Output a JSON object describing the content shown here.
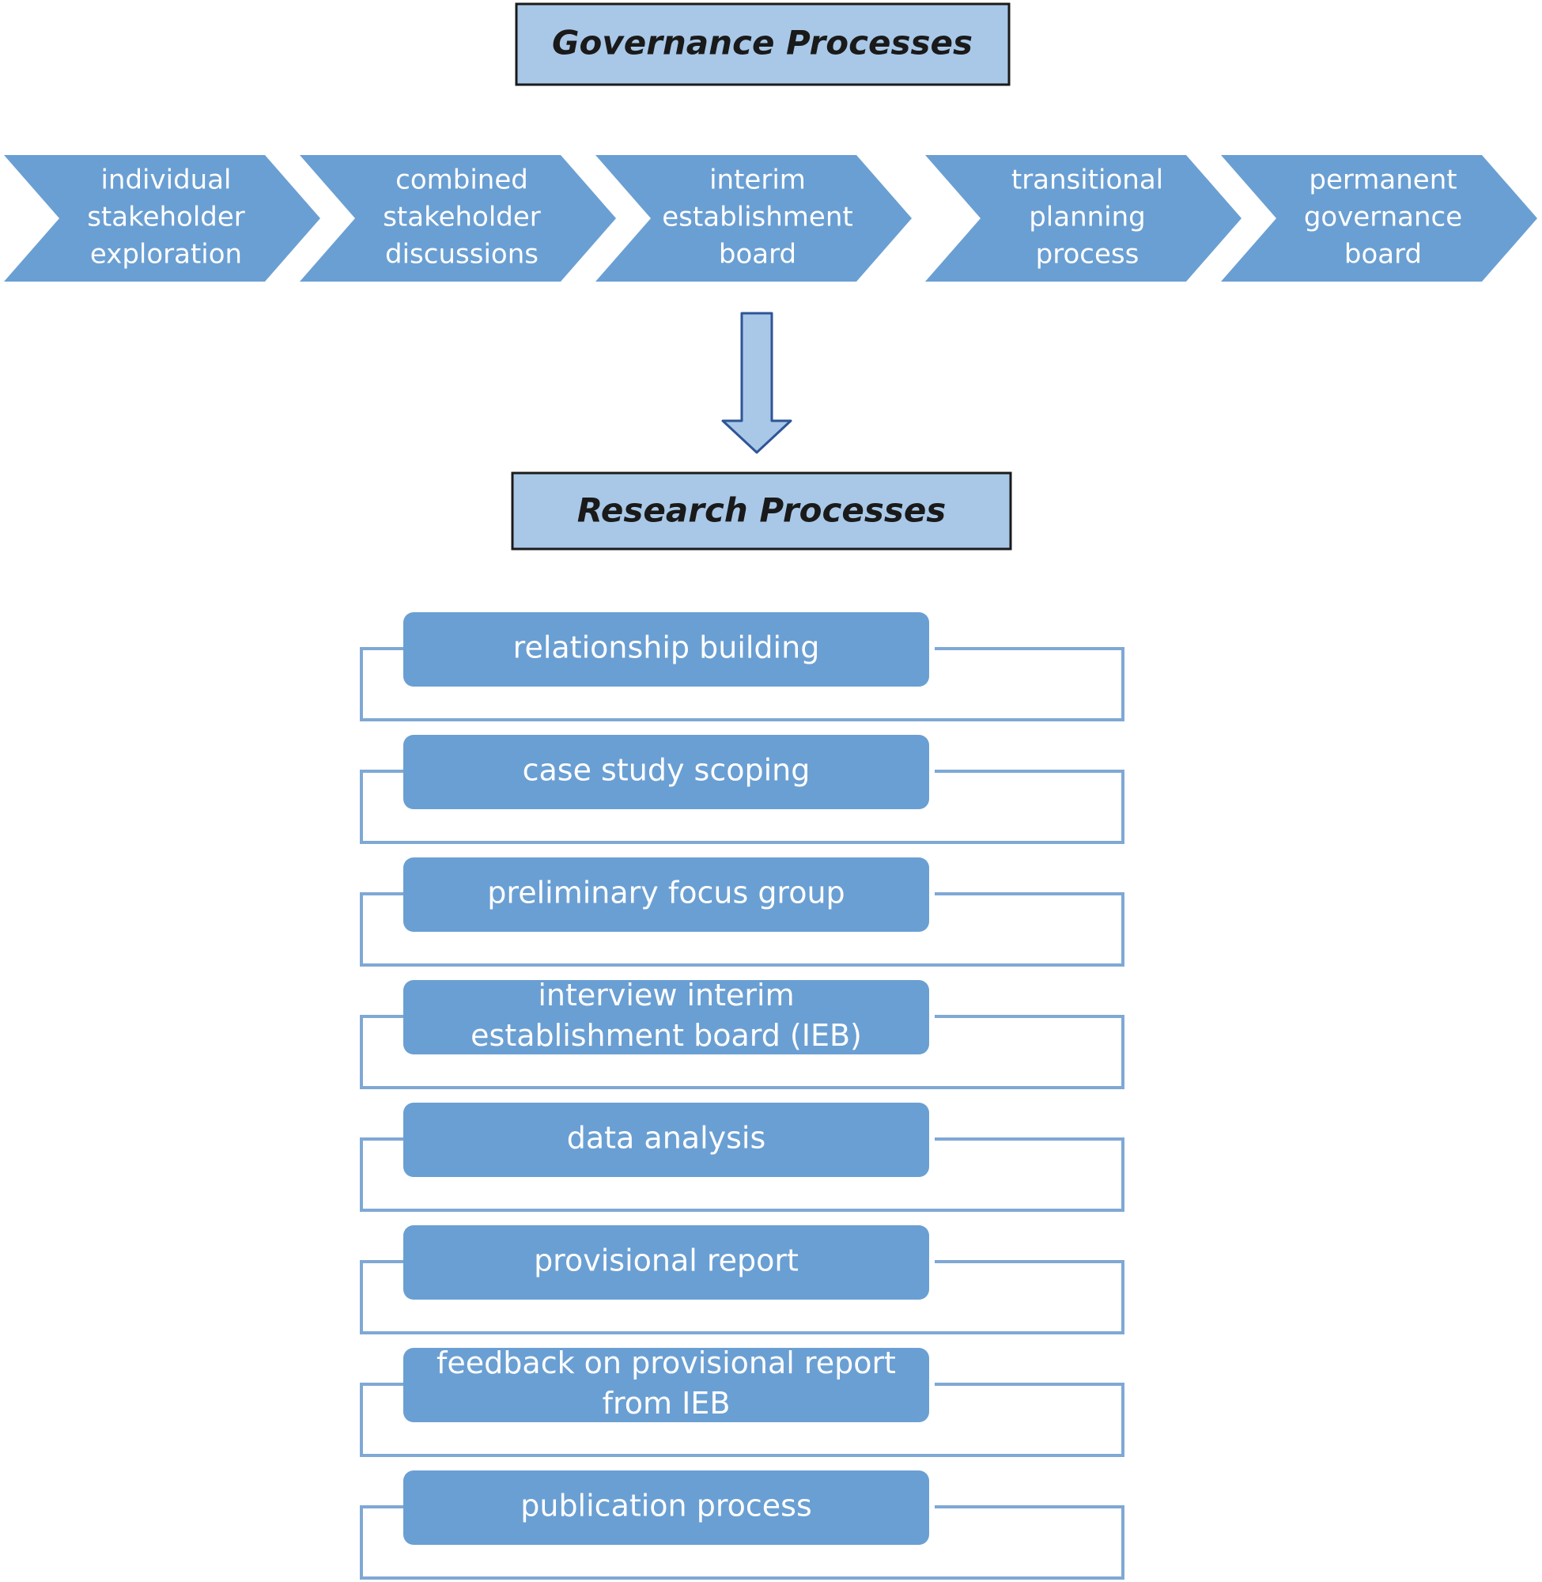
{
  "colors": {
    "header_fill": "#a9c8e8",
    "header_border": "#1a1a1a",
    "shape_fill": "#6a9fd3",
    "bracket_stroke": "#7fa8d4",
    "arrow_fill": "#a9c8e8",
    "arrow_stroke": "#2f5597",
    "text_light": "#ffffff"
  },
  "governance": {
    "title": "Governance Processes",
    "stages": [
      {
        "lines": [
          "individual",
          "stakeholder",
          "exploration"
        ]
      },
      {
        "lines": [
          "combined",
          "stakeholder",
          "discussions"
        ]
      },
      {
        "lines": [
          "interim",
          "establishment",
          "board"
        ]
      },
      {
        "lines": [
          "transitional",
          "planning",
          "process"
        ]
      },
      {
        "lines": [
          "permanent",
          "governance",
          "board"
        ]
      }
    ]
  },
  "connector_icon": "down-arrow-icon",
  "research": {
    "title": "Research Processes",
    "steps": [
      {
        "lines": [
          "relationship building"
        ]
      },
      {
        "lines": [
          "case study scoping"
        ]
      },
      {
        "lines": [
          "preliminary focus group"
        ]
      },
      {
        "lines": [
          "interview interim",
          "establishment board (IEB)"
        ]
      },
      {
        "lines": [
          "data analysis"
        ]
      },
      {
        "lines": [
          "provisional report"
        ]
      },
      {
        "lines": [
          "feedback on provisional report",
          "from IEB"
        ]
      },
      {
        "lines": [
          "publication process"
        ]
      }
    ]
  }
}
